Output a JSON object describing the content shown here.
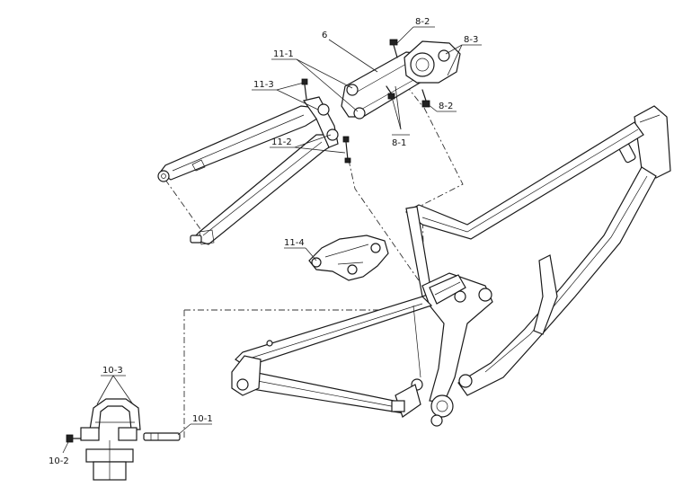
{
  "callouts": {
    "l_6": "6",
    "l_8_2_top": "8-2",
    "l_8_3": "8-3",
    "l_8_2_mid": "8-2",
    "l_8_1": "8-1",
    "l_11_1": "11-1",
    "l_11_3": "11-3",
    "l_11_2": "11-2",
    "l_11_4": "11-4",
    "l_10_3": "10-3",
    "l_10_1": "10-1",
    "l_10_2": "10-2"
  }
}
